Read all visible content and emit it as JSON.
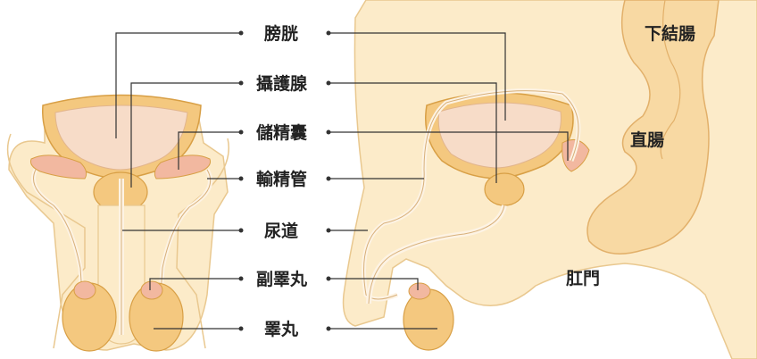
{
  "labels": {
    "bladder": "膀胱",
    "prostate": "攝護腺",
    "seminal_vesicle": "儲精囊",
    "vas_deferens": "輸精管",
    "urethra": "尿道",
    "epididymis": "副睪丸",
    "testis": "睪丸",
    "sigmoid_colon": "下結腸",
    "rectum": "直腸",
    "anus": "肛門"
  },
  "colors": {
    "skin": "#fcebc9",
    "skin_edge": "#e9c88f",
    "organ": "#f4c87f",
    "organ_edge": "#d89f45",
    "bladder_inner": "#f7dcc8",
    "vesicle": "#f2b8a0",
    "duct": "#fdf3e4",
    "intestine": "#f8d9a3",
    "leader": "#333333"
  }
}
